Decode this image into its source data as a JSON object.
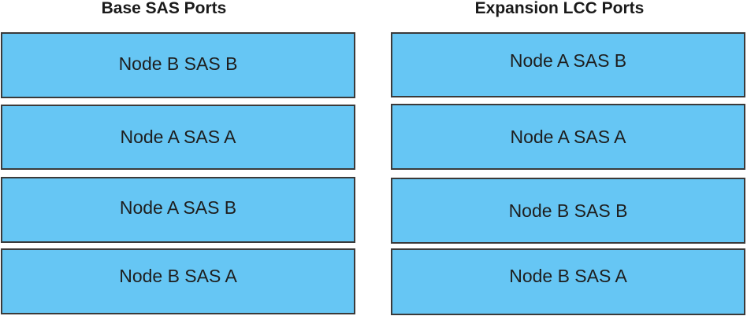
{
  "base_column": {
    "title": "Base SAS Ports",
    "ports": [
      "Node B SAS B",
      "Node A SAS A",
      "Node A SAS B",
      "Node B SAS A"
    ]
  },
  "expansion_column": {
    "title": "Expansion LCC Ports",
    "ports": [
      "Node A SAS B",
      "Node A SAS A",
      "Node B SAS B",
      "Node B SAS A"
    ]
  },
  "colors": {
    "box_fill": "#66c6f4",
    "box_border": "#3a3a3a",
    "text": "#1e1e1e"
  }
}
